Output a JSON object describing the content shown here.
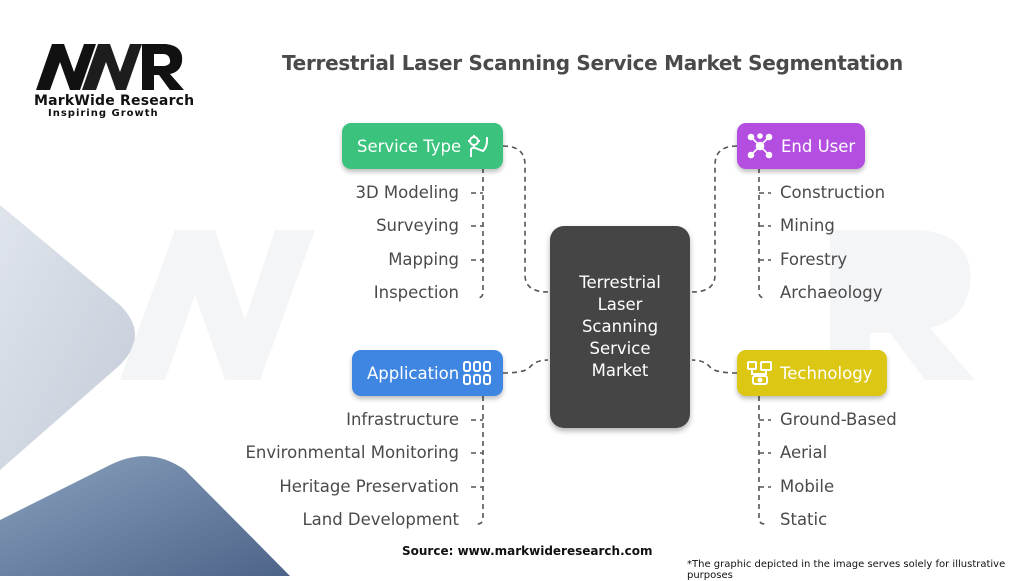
{
  "logo": {
    "name": "MarkWide Research",
    "tagline": "Inspiring Growth",
    "mark": "MWR"
  },
  "title": "Terrestrial Laser Scanning Service Market Segmentation",
  "center_label": "Terrestrial Laser Scanning Service Market",
  "categories": [
    {
      "label": "Service Type",
      "color": "#3bc27d",
      "icon": "gear-hand-icon",
      "items": [
        "3D Modeling",
        "Surveying",
        "Mapping",
        "Inspection"
      ]
    },
    {
      "label": "End User",
      "color": "#b34ee0",
      "icon": "network-icon",
      "items": [
        "Construction",
        "Mining",
        "Forestry",
        "Archaeology"
      ]
    },
    {
      "label": "Application",
      "color": "#3f86e2",
      "icon": "grid-icon",
      "items": [
        "Infrastructure",
        "Environmental Monitoring",
        "Heritage Preservation",
        "Land Development"
      ]
    },
    {
      "label": "Technology",
      "color": "#dcc714",
      "icon": "devices-icon",
      "items": [
        "Ground-Based",
        "Aerial",
        "Mobile",
        "Static"
      ]
    }
  ],
  "source": "Source: www.markwideresearch.com",
  "disclaimer": "*The graphic depicted in the image serves solely for illustrative purposes"
}
